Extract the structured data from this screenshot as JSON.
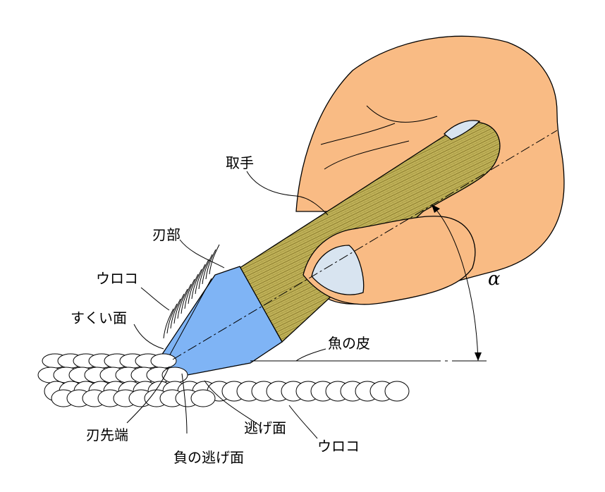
{
  "labels": {
    "handle": "取手",
    "blade": "刃部",
    "scale_top": "ウロコ",
    "scoop_face": "すくい面",
    "fish_skin": "魚の皮",
    "blade_tip": "刃先端",
    "negative_relief_face": "負の逃げ面",
    "relief_face": "逃げ面",
    "scale_bottom": "ウロコ",
    "angle_symbol": "α"
  },
  "colors": {
    "hand": "#f9bb84",
    "handle": "#c2b45a",
    "handle_stripe": "#8a7a2c",
    "blade": "#7fb4f5",
    "nail": "#d8e4f0",
    "outline": "#000000"
  }
}
